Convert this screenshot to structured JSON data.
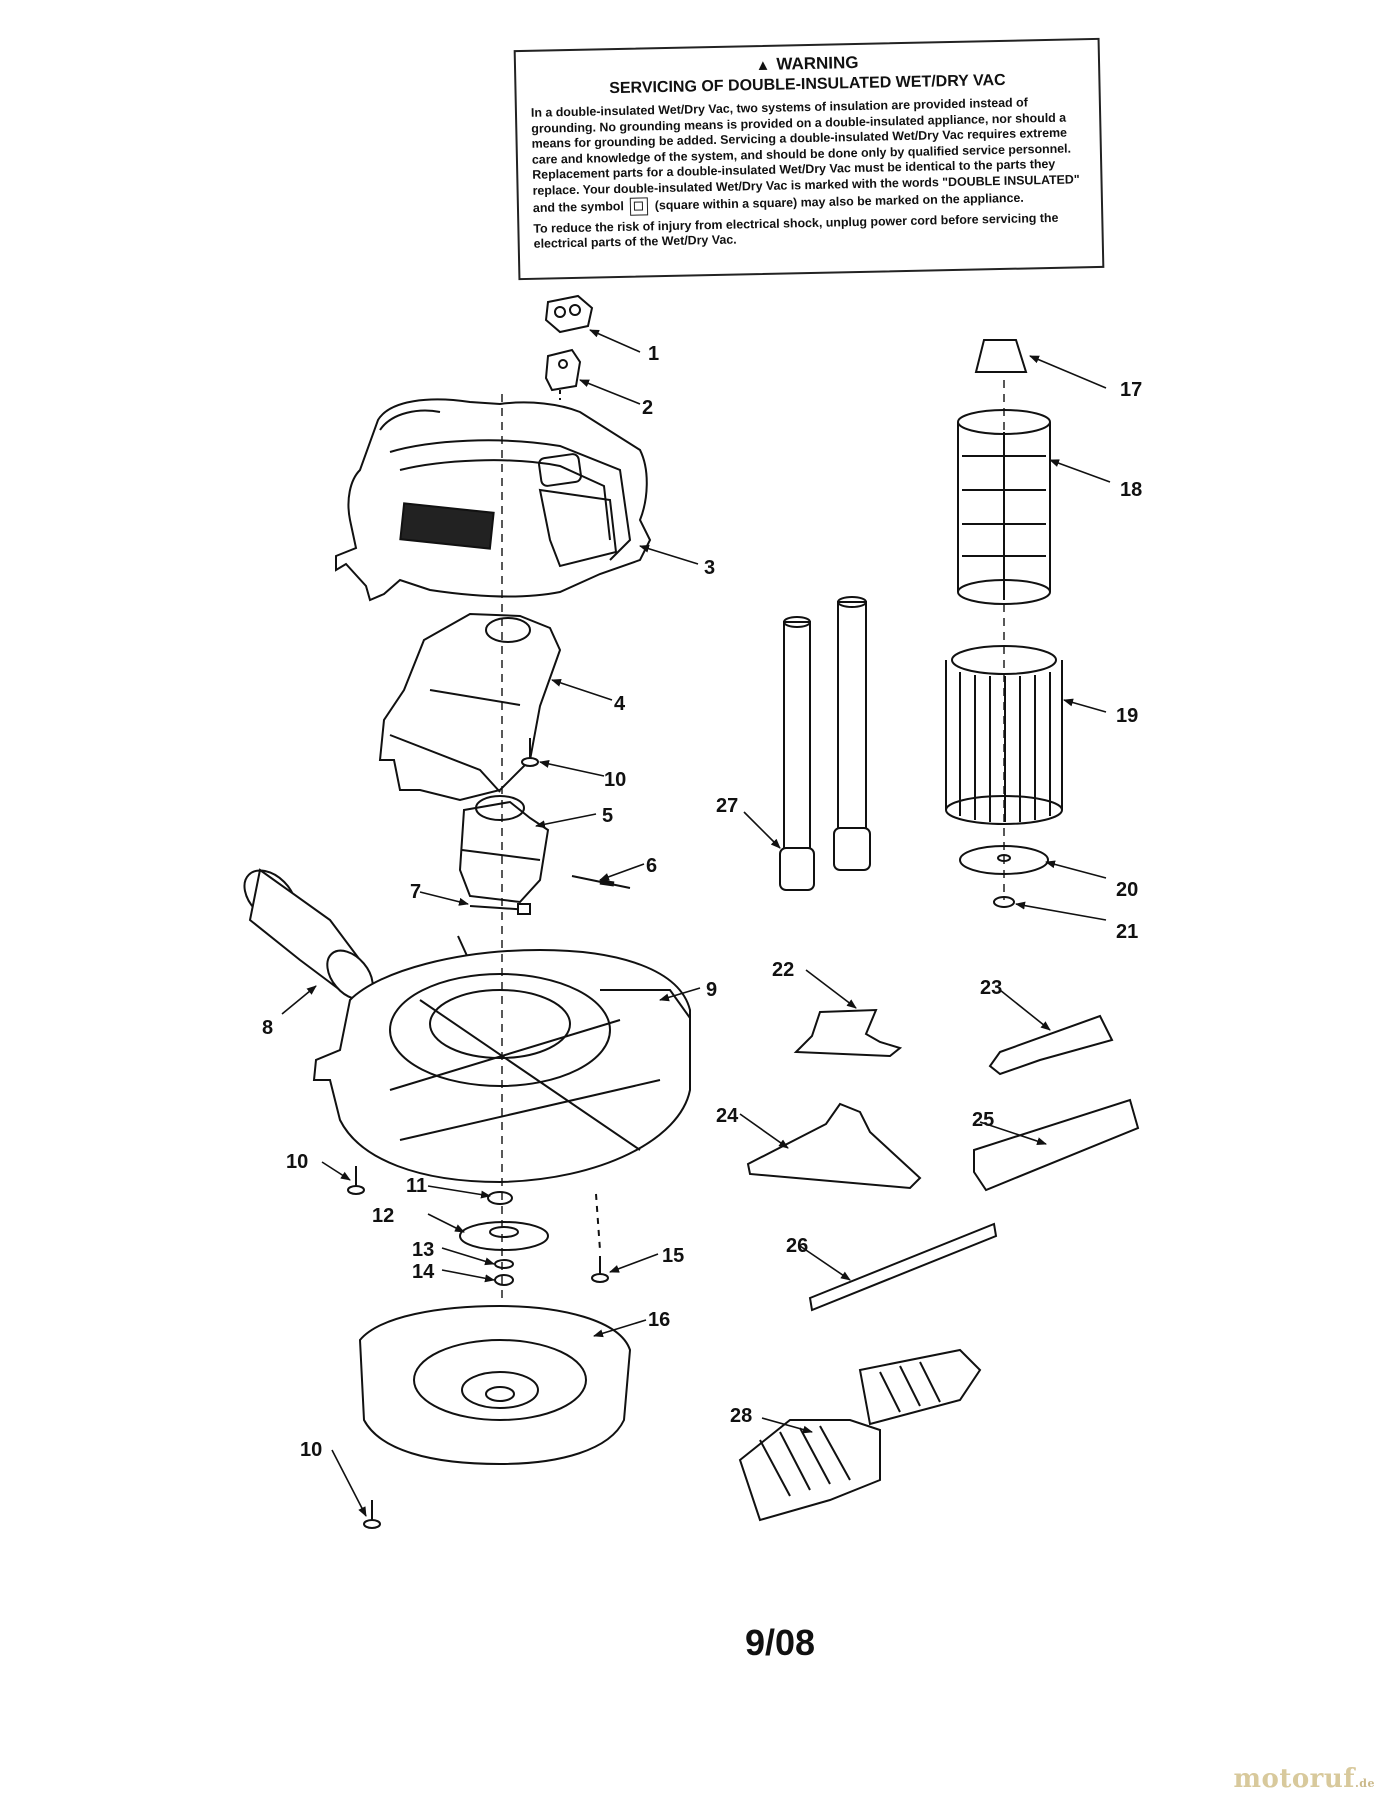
{
  "warning": {
    "symbol_icon": "warning-triangle-icon",
    "title": "WARNING",
    "subtitle": "SERVICING OF DOUBLE-INSULATED WET/DRY VAC",
    "body_1": "In a double-insulated Wet/Dry Vac, two systems of insulation are provided instead of grounding. No grounding means is provided on a double-insulated appliance, nor should a means for grounding be added. Servicing a double-insulated Wet/Dry Vac requires extreme care and knowledge of the system, and should be done only by qualified service personnel. Replacement parts for a double-insulated Wet/Dry Vac must be identical to the parts they replace. Your double-insulated Wet/Dry Vac is marked with the words \"DOUBLE INSULATED\" and the symbol",
    "body_1b": "(square within a square) may also be marked on the appliance.",
    "body_2": "To reduce the risk of injury from electrical shock, unplug power cord before servicing the electrical parts of the Wet/Dry Vac."
  },
  "parts": {
    "p1": "1",
    "p2": "2",
    "p3": "3",
    "p4": "4",
    "p5": "5",
    "p6": "6",
    "p7": "7",
    "p8": "8",
    "p9": "9",
    "p10": "10",
    "p11": "11",
    "p12": "12",
    "p13": "13",
    "p14": "14",
    "p15": "15",
    "p16": "16",
    "p17": "17",
    "p18": "18",
    "p19": "19",
    "p20": "20",
    "p21": "21",
    "p22": "22",
    "p23": "23",
    "p24": "24",
    "p25": "25",
    "p26": "26",
    "p27": "27",
    "p28": "28"
  },
  "page_number": "9/08",
  "watermark": {
    "main": "motoruf",
    "suffix": ".de"
  }
}
